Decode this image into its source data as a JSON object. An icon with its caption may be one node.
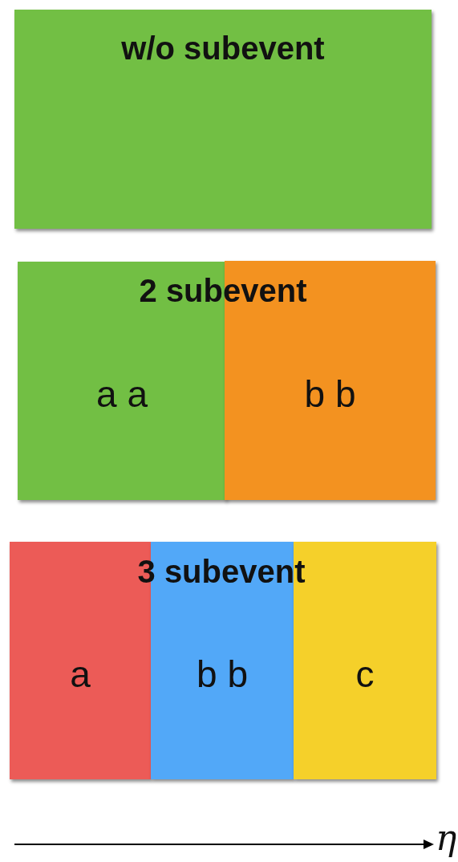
{
  "diagram": {
    "nodes": [
      {
        "text": [
          "w/o subevent"
        ]
      },
      {
        "text": [
          "a a"
        ]
      },
      {
        "text": [
          "b b"
        ]
      },
      {
        "text": [
          "a"
        ]
      },
      {
        "text": [
          "b b"
        ]
      },
      {
        "text": [
          "c"
        ]
      }
    ],
    "labels": [
      "2 subevent",
      "3 subevent",
      "η"
    ]
  }
}
